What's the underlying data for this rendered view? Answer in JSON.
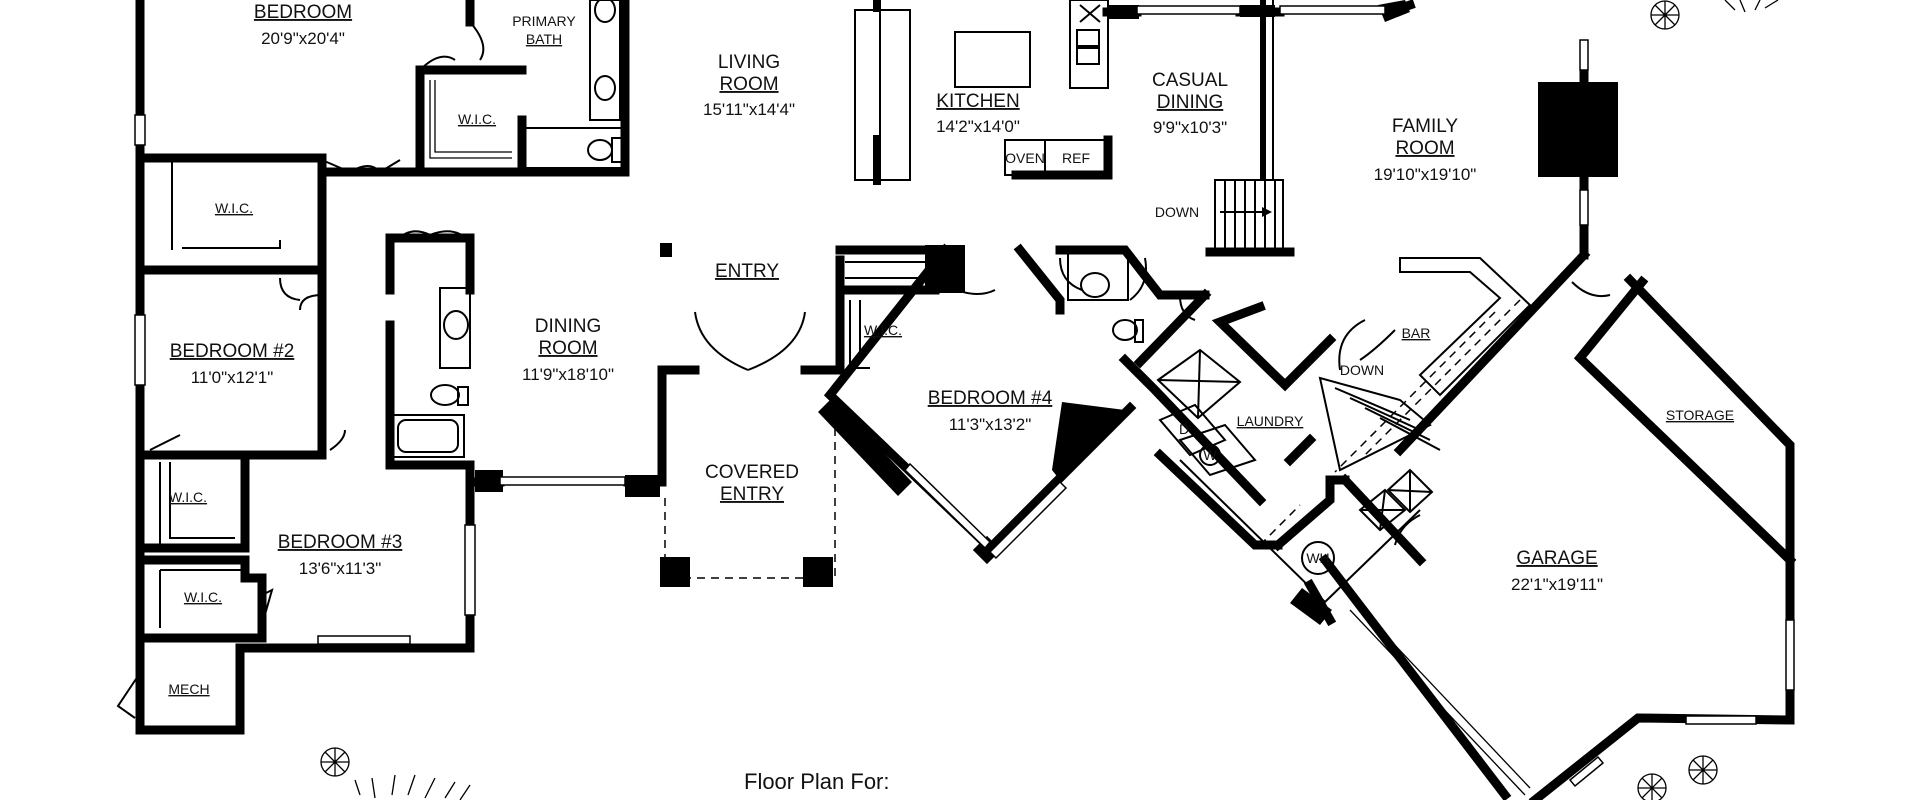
{
  "rooms": {
    "bedroom_primary": {
      "label": "BEDROOM",
      "dim": "20'9\"x20'4\""
    },
    "primary_bath": {
      "label1": "PRIMARY",
      "label2": "BATH"
    },
    "wic_primary": {
      "label": "W.I.C."
    },
    "living": {
      "label1": "LIVING",
      "label2": "ROOM",
      "dim": "15'11\"x14'4\""
    },
    "kitchen": {
      "label": "KITCHEN",
      "dim": "14'2\"x14'0\""
    },
    "oven": {
      "label": "OVEN"
    },
    "ref": {
      "label": "REF"
    },
    "casual_dining": {
      "label1": "CASUAL",
      "label2": "DINING",
      "dim": "9'9\"x10'3\""
    },
    "family": {
      "label1": "FAMILY",
      "label2": "ROOM",
      "dim": "19'10\"x19'10\""
    },
    "down_1": {
      "label": "DOWN"
    },
    "wic_bed2_top": {
      "label": "W.I.C."
    },
    "entry": {
      "label": "ENTRY"
    },
    "dining": {
      "label1": "DINING",
      "label2": "ROOM",
      "dim": "11'9\"x18'10\""
    },
    "bedroom2": {
      "label": "BEDROOM #2",
      "dim": "11'0\"x12'1\""
    },
    "wic_bed4": {
      "label": "W.I.C."
    },
    "bedroom4": {
      "label": "BEDROOM #4",
      "dim": "11'3\"x13'2\""
    },
    "bar": {
      "label": "BAR"
    },
    "down_2": {
      "label": "DOWN"
    },
    "storage": {
      "label": "STORAGE"
    },
    "laundry": {
      "label": "LAUNDRY"
    },
    "dryer": {
      "label": "D"
    },
    "washer": {
      "label": "W"
    },
    "covered_entry": {
      "label1": "COVERED",
      "label2": "ENTRY"
    },
    "wic_bed3_a": {
      "label": "W.I.C."
    },
    "bedroom3": {
      "label": "BEDROOM #3",
      "dim": "13'6\"x11'3\""
    },
    "wic_bed3_b": {
      "label": "W.I.C."
    },
    "water_heater": {
      "label": "WH"
    },
    "garage": {
      "label": "GARAGE",
      "dim": "22'1\"x19'11\""
    },
    "mech": {
      "label": "MECH"
    }
  },
  "caption": {
    "text": "Floor Plan For:"
  }
}
